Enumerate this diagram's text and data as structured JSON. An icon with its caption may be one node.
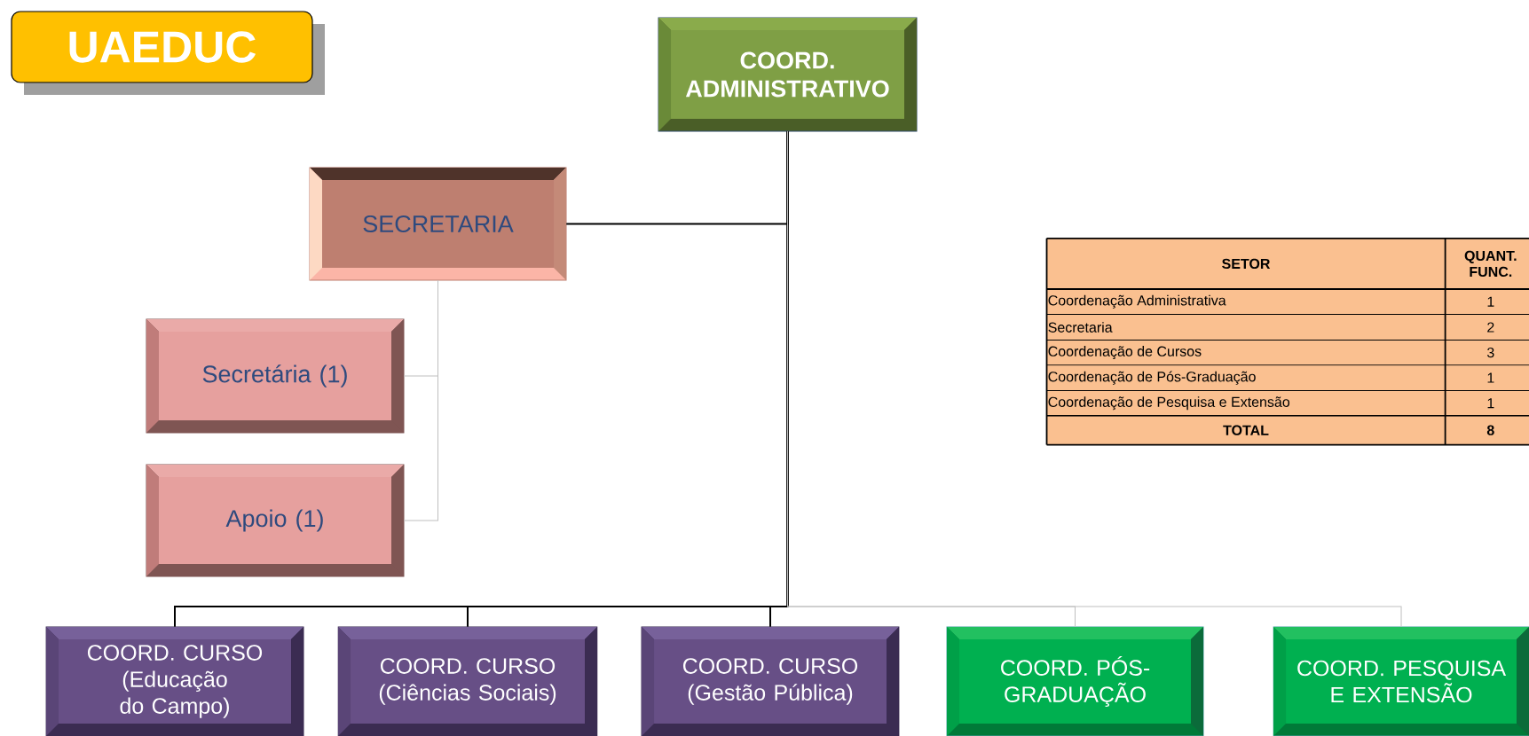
{
  "diagram": {
    "nodes": [
      {
        "text": [
          "UAEDUC"
        ]
      },
      {
        "text": [
          "COORD. ADMINISTRATIVO"
        ]
      },
      {
        "text": [
          "SECRETARIA"
        ]
      },
      {
        "text": [
          "Secretária (1)"
        ]
      },
      {
        "text": [
          "Apoio (1)"
        ]
      },
      {
        "text": [
          "COORD. CURSO (Educação do Campo)"
        ]
      },
      {
        "text": [
          "COORD. CURSO (Ciências Sociais)"
        ]
      },
      {
        "text": [
          "COORD. CURSO (Gestão Pública)"
        ]
      },
      {
        "text": [
          "COORD. PÓS-GRADUAÇÃO"
        ]
      },
      {
        "text": [
          "COORD. PESQUISA E EXTENSÃO"
        ]
      }
    ],
    "edges": [
      {
        "from": 1,
        "to": 2,
        "arrow": "none"
      },
      {
        "from": 2,
        "to": 3,
        "arrow": "none",
        "color": "#bfbfbf"
      },
      {
        "from": 2,
        "to": 4,
        "arrow": "none",
        "color": "#bfbfbf"
      },
      {
        "from": 1,
        "to": 5,
        "arrow": "none"
      },
      {
        "from": 1,
        "to": 6,
        "arrow": "none"
      },
      {
        "from": 1,
        "to": 7,
        "arrow": "none"
      },
      {
        "from": 1,
        "to": 8,
        "arrow": "none",
        "color": "#bfbfbf"
      },
      {
        "from": 1,
        "to": 9,
        "arrow": "none",
        "color": "#bfbfbf"
      }
    ],
    "labels": [
      "SETOR",
      "QUANT. FUNC.",
      "Coordenação Administrativa",
      "1",
      "Secretaria",
      "2",
      "Coordenação de Cursos",
      "3",
      "Coordenação de Pós-Graduação",
      "1",
      "Coordenação de Pesquisa e Extensão",
      "1",
      "TOTAL",
      "8"
    ]
  }
}
